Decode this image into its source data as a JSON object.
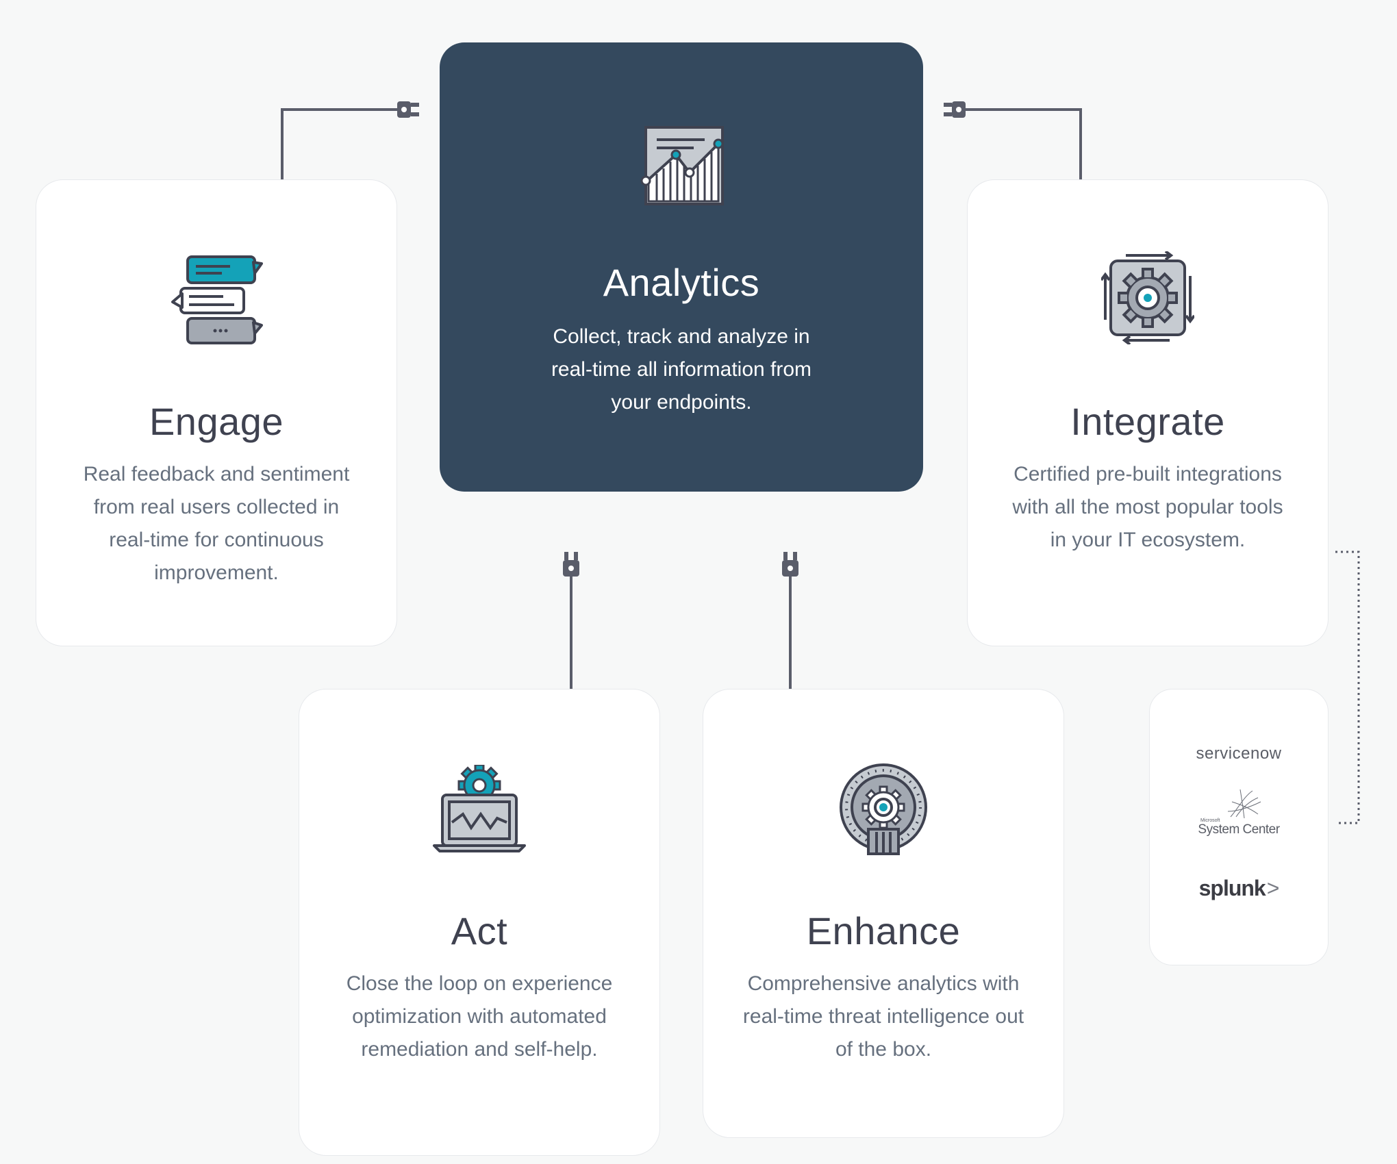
{
  "colors": {
    "background": "#f7f8f8",
    "card": "#ffffff",
    "card_dark": "#34495e",
    "accent": "#14a2b8",
    "line": "#5a5d6a",
    "heading": "#3f4250",
    "body_text": "#66707e"
  },
  "analytics": {
    "title": "Analytics",
    "description": "Collect, track and analyze in real-time all information from your endpoints.",
    "icon": "analytics-chart-icon"
  },
  "engage": {
    "title": "Engage",
    "description": "Real feedback and sentiment from real users collected in real-time for continuous improvement.",
    "icon": "chat-bubbles-icon"
  },
  "integrate": {
    "title": "Integrate",
    "description": "Certified pre-built integrations with all the most popular tools in your IT ecosystem.",
    "icon": "gear-cycle-icon"
  },
  "act": {
    "title": "Act",
    "description": "Close the loop on experience optimization with automated remediation and self-help.",
    "icon": "laptop-gear-icon"
  },
  "enhance": {
    "title": "Enhance",
    "description": "Comprehensive analytics with real-time threat intelligence out of the box.",
    "icon": "brain-gear-icon"
  },
  "integrations": {
    "servicenow": "servicenow",
    "system_center_small": "Microsoft",
    "system_center": "System Center",
    "splunk": "splunk",
    "splunk_mark": ">"
  }
}
